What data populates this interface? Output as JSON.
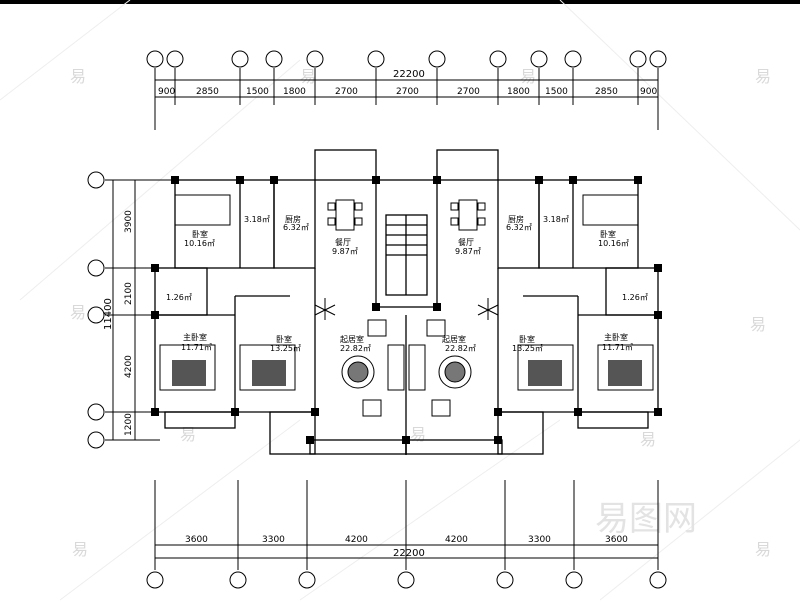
{
  "plan": {
    "total_width_label": "22200",
    "top_dims": [
      "900",
      "2850",
      "1500",
      "1800",
      "2700",
      "2700",
      "2700",
      "1800",
      "1500",
      "2850",
      "900"
    ],
    "bottom_dims": [
      "3600",
      "3300",
      "4200",
      "4200",
      "3300",
      "3600"
    ],
    "left_dims": [
      "3900",
      "2100",
      "4200",
      "1200"
    ],
    "left_total_label": "11400",
    "rooms": {
      "bedroom_left": "卧室",
      "bedroom_left_area": "10.16㎡",
      "bath_left_area": "3.18㎡",
      "kitchen_left": "厨房",
      "kitchen_left_area": "6.32㎡",
      "dining_left": "餐厅",
      "dining_left_area": "9.87㎡",
      "dining_right": "餐厅",
      "dining_right_area": "9.87㎡",
      "kitchen_right": "厨房",
      "kitchen_right_area": "6.32㎡",
      "bath_right_area": "3.18㎡",
      "bedroom_right": "卧室",
      "bedroom_right_area": "10.16㎡",
      "small_left_area": "1.26㎡",
      "small_right_area": "1.26㎡",
      "master_left": "主卧室",
      "master_left_area": "11.71㎡",
      "bed2_left": "卧室",
      "bed2_left_area": "13.25㎡",
      "living_left": "起居室",
      "living_left_area": "22.82㎡",
      "living_right": "起居室",
      "living_right_area": "22.82㎡",
      "bed2_right": "卧室",
      "bed2_right_area": "13.25㎡",
      "master_right": "主卧室",
      "master_right_area": "11.71㎡"
    },
    "watermark_char": "易",
    "watermark_text": "易图网"
  }
}
